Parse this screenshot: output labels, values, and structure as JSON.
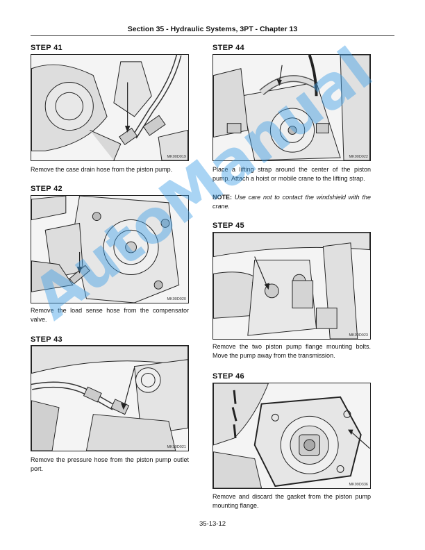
{
  "header": {
    "title": "Section 35 - Hydraulic Systems, 3PT - Chapter 13"
  },
  "steps": [
    {
      "label": "STEP  41",
      "figure_id": "MK00D019",
      "caption": "Remove the case drain hose from the piston pump."
    },
    {
      "label": "STEP  42",
      "figure_id": "MK00D020",
      "caption": "Remove the load sense hose from the compensator valve."
    },
    {
      "label": "STEP  43",
      "figure_id": "MK00D021",
      "caption": "Remove the pressure hose from the piston pump outlet port."
    },
    {
      "label": "STEP  44",
      "figure_id": "MK00D022",
      "caption": "Place a lifting strap around the center of the piston pump. Attach a hoist or mobile crane to the lifting strap.",
      "note_label": "NOTE:",
      "note_text": "Use care not to contact the windshield with the crane."
    },
    {
      "label": "STEP  45",
      "figure_id": "MK00D023",
      "caption": "Remove the two piston pump flange mounting bolts. Move the pump away from the transmission."
    },
    {
      "label": "STEP  46",
      "figure_id": "MK99D336",
      "caption": "Remove and discard the gasket from the piston pump mounting flange."
    }
  ],
  "footer": {
    "page_number": "35-13-12"
  },
  "watermark": {
    "text": "AutoManual",
    "color": "#40a0e6"
  }
}
